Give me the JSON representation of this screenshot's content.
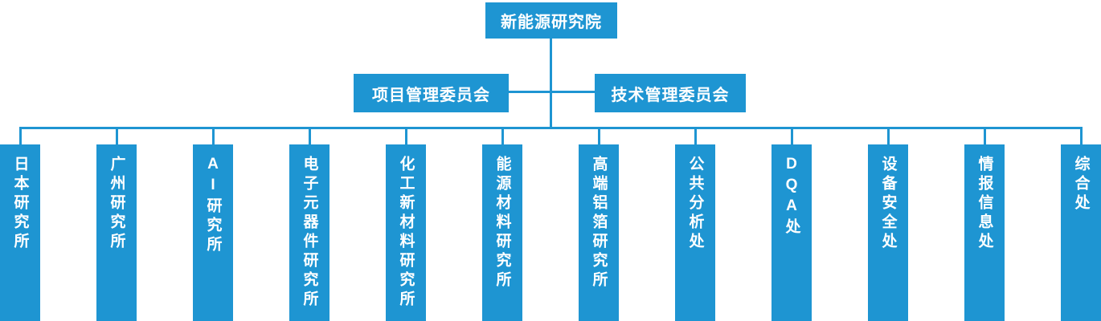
{
  "colors": {
    "primary": "#1E95D2",
    "text_on_primary": "#FFFFFF"
  },
  "org_chart": {
    "type": "org-hierarchy",
    "root": {
      "label": "新能源研究院"
    },
    "committees": [
      {
        "label": "项目管理委员会"
      },
      {
        "label": "技术管理委员会"
      }
    ],
    "departments": [
      {
        "label": "日本研究所"
      },
      {
        "label": "广州研究所"
      },
      {
        "label": "AI研究所"
      },
      {
        "label": "电子元器件研究所"
      },
      {
        "label": "化工新材料研究所"
      },
      {
        "label": "能源材料研究所"
      },
      {
        "label": "高端铝箔研究所"
      },
      {
        "label": "公共分析处"
      },
      {
        "label": "DQA处"
      },
      {
        "label": "设备安全处"
      },
      {
        "label": "情报信息处"
      },
      {
        "label": "综合处"
      }
    ]
  }
}
